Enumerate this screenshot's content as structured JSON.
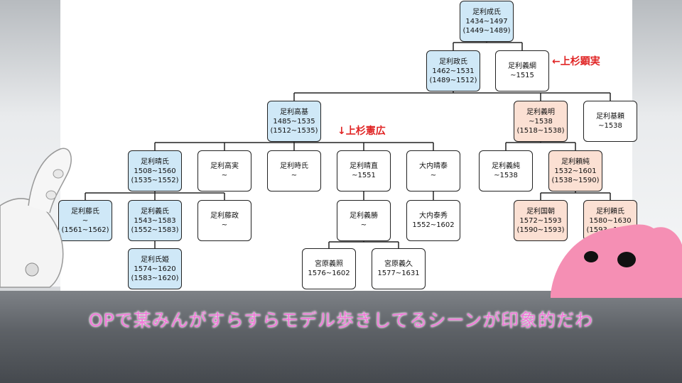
{
  "tree": {
    "nodes": {
      "n1": {
        "name": "足利成氏",
        "life": "1434~1497",
        "reign": "(1449~1489)"
      },
      "n2": {
        "name": "足利政氏",
        "life": "1462~1531",
        "reign": "(1489~1512)"
      },
      "n3": {
        "name": "足利義綱",
        "life": "~1515",
        "reign": ""
      },
      "n4": {
        "name": "足利高基",
        "life": "1485~1535",
        "reign": "(1512~1535)"
      },
      "n5": {
        "name": "足利義明",
        "life": "~1538",
        "reign": "(1518~1538)"
      },
      "n6": {
        "name": "足利基頼",
        "life": "~1538",
        "reign": ""
      },
      "n7": {
        "name": "足利晴氏",
        "life": "1508~1560",
        "reign": "(1535~1552)"
      },
      "n8": {
        "name": "足利高実",
        "life": "~",
        "reign": ""
      },
      "n9": {
        "name": "足利時氏",
        "life": "~",
        "reign": ""
      },
      "n10": {
        "name": "足利晴直",
        "life": "~1551",
        "reign": ""
      },
      "n11": {
        "name": "大内晴泰",
        "life": "~",
        "reign": ""
      },
      "n12": {
        "name": "足利義純",
        "life": "~1538",
        "reign": ""
      },
      "n13": {
        "name": "足利頼純",
        "life": "1532~1601",
        "reign": "(1538~1590)"
      },
      "n14": {
        "name": "足利藤氏",
        "life": "~",
        "reign": "(1561~1562)"
      },
      "n15": {
        "name": "足利義氏",
        "life": "1543~1583",
        "reign": "(1552~1583)"
      },
      "n16": {
        "name": "足利藤政",
        "life": "~",
        "reign": ""
      },
      "n17": {
        "name": "足利義勝",
        "life": "~",
        "reign": ""
      },
      "n18": {
        "name": "大内泰秀",
        "life": "1552~1602",
        "reign": ""
      },
      "n19": {
        "name": "足利国朝",
        "life": "1572~1593",
        "reign": "(1590~1593)"
      },
      "n20": {
        "name": "足利頼氏",
        "life": "1580~1630",
        "reign": "(1593~1630)"
      },
      "n21": {
        "name": "足利氏姫",
        "life": "1574~1620",
        "reign": "(1583~1620)"
      },
      "n22": {
        "name": "宮原義照",
        "life": "1576~1602",
        "reign": ""
      },
      "n23": {
        "name": "宮原義久",
        "life": "1577~1631",
        "reign": ""
      }
    },
    "annotations": {
      "uesugi_akizane": "←上杉顕実",
      "uesugi_noriyoshi": "↓上杉憲広"
    }
  },
  "subtitle": "OPで某みんがすらすらモデル歩きしてるシーンが印象的だわ",
  "colors": {
    "blue_node": "#cfe8f7",
    "peach_node": "#fbe0d3",
    "annotation": "#e02424",
    "subtitle": "#f07ad9"
  }
}
